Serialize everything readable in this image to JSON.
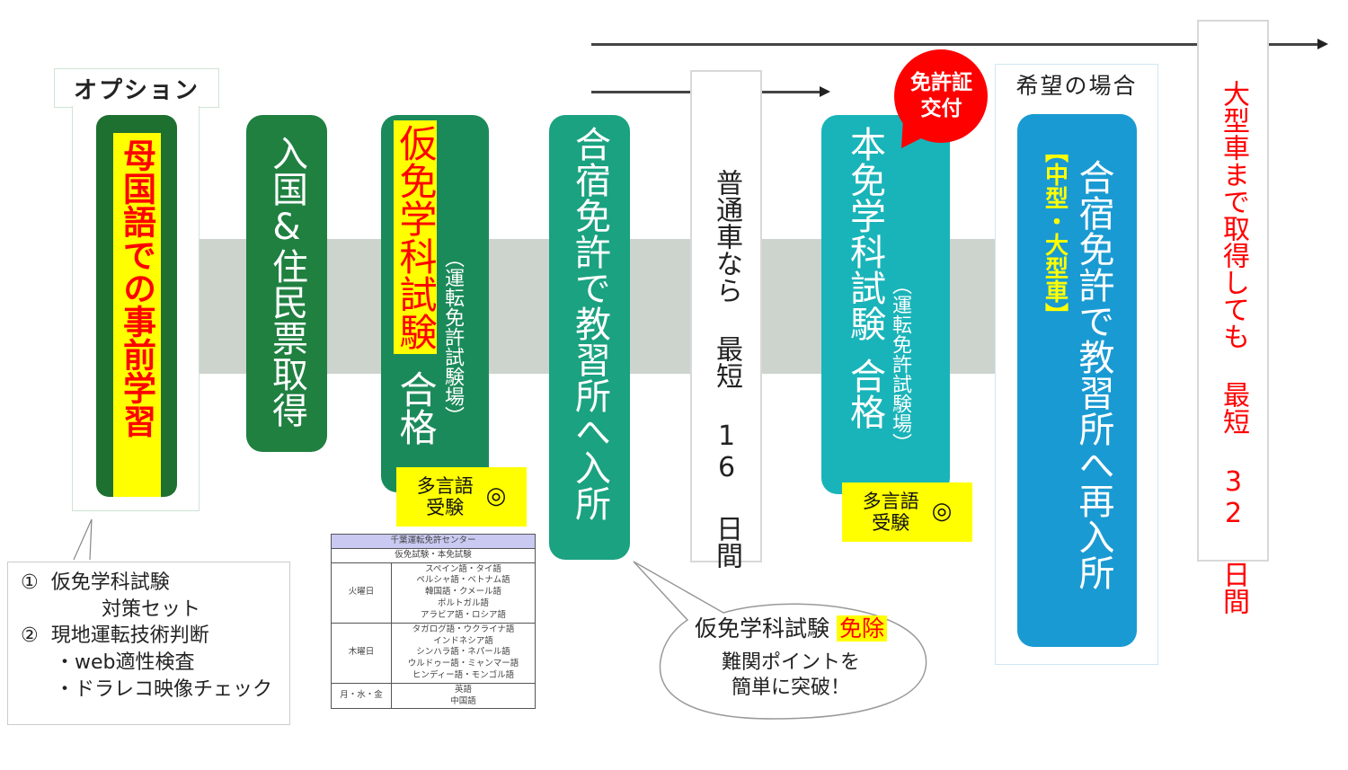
{
  "timeline": {
    "top_arrow": "long-arrow-to-32-days",
    "second_arrow": "arrow-to-16-days"
  },
  "option_group": {
    "label": "オプション",
    "step": {
      "text": "母国語での事前学習",
      "bg_color": "#1e7030",
      "highlight_bg": "#ffff00",
      "text_color": "#ff0000"
    },
    "note": {
      "item1_num": "①",
      "item1_line1": "仮免学科試験",
      "item1_line2": "対策セット",
      "item2_num": "②",
      "item2_line1": "現地運転技術判断",
      "item2_bullet1": "・web適性検査",
      "item2_bullet2": "・ドラレコ映像チェック"
    }
  },
  "steps": [
    {
      "id": "entry",
      "text": "入国&住民票取得",
      "bg_color": "#1f8040"
    },
    {
      "id": "provisional-exam",
      "highlight": "仮免学科試験",
      "result": "合格",
      "sub": "（運転免許試験場）",
      "bg_color": "#1b8a5a",
      "badge": {
        "line1": "多言語",
        "line2": "受験",
        "mark": "◎"
      }
    },
    {
      "id": "school-entry",
      "text": "合宿免許で教習所へ入所",
      "bg_color": "#1ba280"
    },
    {
      "id": "full-exam",
      "main": "本免学科試験",
      "result": "合格",
      "sub": "（運転免許試験場）",
      "bg_color": "#19b4b9",
      "badge": {
        "line1": "多言語",
        "line2": "受験",
        "mark": "◎"
      },
      "bubble": {
        "line1": "免許証",
        "line2": "交付",
        "color": "#ff0000"
      }
    },
    {
      "id": "re-entry",
      "group_label": "希望の場合",
      "tag": "【中型・大型車】",
      "text": "合宿免許で教習所へ再入所",
      "bg_color": "#1a9ad2",
      "tag_color": "#ffff00"
    }
  ],
  "duration_boxes": [
    {
      "id": "standard",
      "text_a": "普通車なら",
      "text_b": "最短",
      "number": "16",
      "unit": "日間",
      "color": "#222222"
    },
    {
      "id": "large",
      "text_a": "大型車まで取得しても",
      "text_b": "最短",
      "number": "32",
      "unit": "日間",
      "color": "#ff0000"
    }
  ],
  "exemption_callout": {
    "line1_text": "仮免学科試験",
    "line1_highlight": "免除",
    "line2": "難関ポイントを",
    "line3": "簡単に突破！"
  },
  "language_table": {
    "title": "千葉運転免許センター",
    "subtitle": "仮免試験・本免試験",
    "rows": [
      {
        "day": "火曜日",
        "languages": [
          "スペイン語・タイ語",
          "ペルシャ語・ベトナム語",
          "韓国語・クメール語",
          "ポルトガル語",
          "アラビア語・ロシア語"
        ]
      },
      {
        "day": "木曜日",
        "languages": [
          "タガログ語・ウクライナ語",
          "インドネシア語",
          "シンハラ語・ネパール語",
          "ウルドゥー語・ミャンマー語",
          "ヒンディー語・モンゴル語"
        ]
      },
      {
        "day": "月・水・金",
        "languages": [
          "英語",
          "中国語"
        ]
      }
    ]
  }
}
